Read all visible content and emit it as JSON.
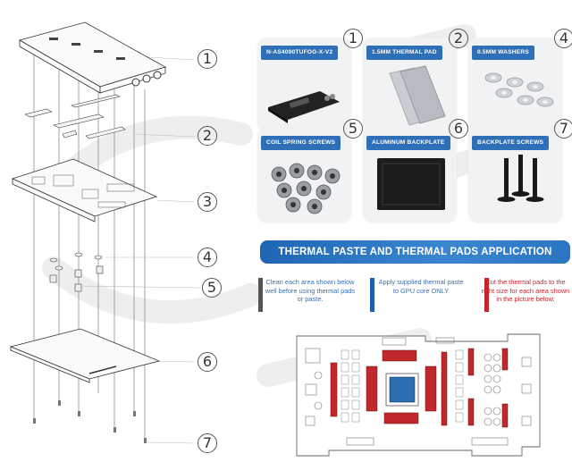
{
  "parts": [
    {
      "number": "1",
      "label": "N-AS4090TUFOG-X-V2"
    },
    {
      "number": "2",
      "label": "1.5MM THERMAL PAD"
    },
    {
      "number": "4",
      "label": "0.5MM WASHERS"
    },
    {
      "number": "5",
      "label": "COIL SPRING SCREWS"
    },
    {
      "number": "6",
      "label": "ALUMINUM BACKPLATE"
    },
    {
      "number": "7",
      "label": "BACKPLATE SCREWS"
    }
  ],
  "callouts": [
    "1",
    "2",
    "3",
    "4",
    "5",
    "6",
    "7"
  ],
  "section": {
    "title": "THERMAL PASTE AND THERMAL PADS APPLICATION"
  },
  "instructions": [
    {
      "text": "Clean each area shown below well before using thermal pads or paste.",
      "color": "#555555",
      "text_color": "#3a6fb0"
    },
    {
      "text": "Apply supplied thermal paste to GPU core ONLY",
      "color": "#1e5fb0",
      "text_color": "#3a6fb0"
    },
    {
      "text": "Cut the thermal pads to the right size for each area shown in the picture below.",
      "color": "#c8232c",
      "text_color": "#c8232c"
    }
  ],
  "colors": {
    "accent": "#2f6fb8",
    "pad": "#c0282c",
    "core": "#2c6fb0"
  }
}
